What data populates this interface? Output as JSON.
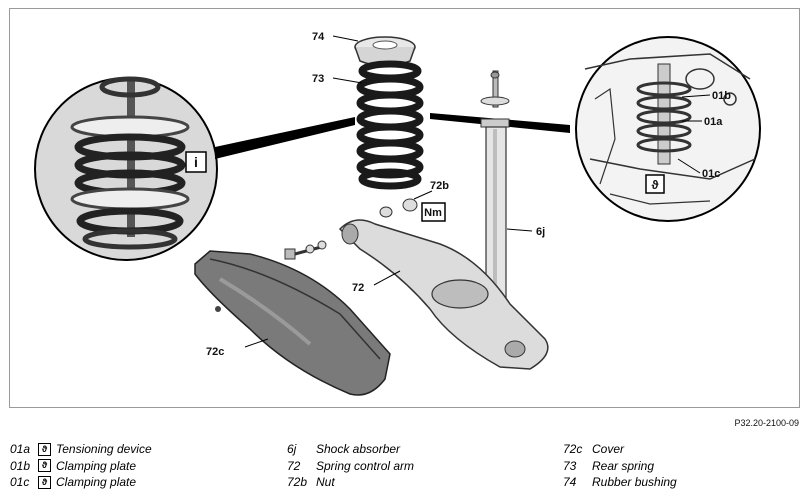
{
  "figure": {
    "reference": "P32.20-2100-09",
    "labels": {
      "rubber_bushing": "74",
      "rear_spring": "73",
      "nut": "72b",
      "shock_absorber": "6j",
      "spring_control_arm": "72",
      "cover": "72c",
      "tensioning_device": "01a",
      "clamping_plate_upper": "01b",
      "clamping_plate_lower": "01c"
    },
    "info_box": "i",
    "torque_box": "Nm",
    "tool_symbol": "ϑ"
  },
  "legend": {
    "left": [
      {
        "code": "01a",
        "desc": "Tensioning device",
        "tool": true
      },
      {
        "code": "01b",
        "desc": "Clamping plate",
        "tool": true
      },
      {
        "code": "01c",
        "desc": "Clamping plate",
        "tool": true
      }
    ],
    "middle": [
      {
        "code": "6j",
        "desc": "Shock absorber"
      },
      {
        "code": "72",
        "desc": "Spring control arm"
      },
      {
        "code": "72b",
        "desc": "Nut"
      }
    ],
    "right": [
      {
        "code": "72c",
        "desc": "Cover"
      },
      {
        "code": "73",
        "desc": "Rear spring"
      },
      {
        "code": "74",
        "desc": "Rubber bushing"
      }
    ]
  }
}
